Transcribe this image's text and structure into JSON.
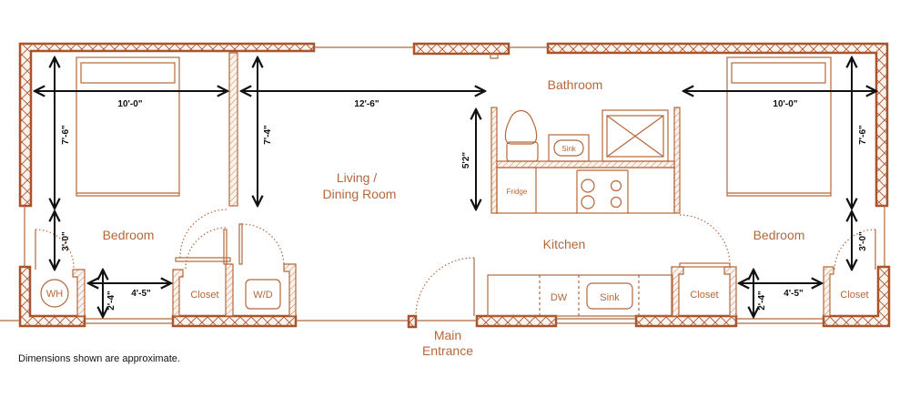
{
  "plan": {
    "colors": {
      "wall": "#a8532a",
      "fixture": "#b5673a",
      "dimension": "#111111",
      "background": "#ffffff"
    },
    "rooms": {
      "bedroom_left": "Bedroom",
      "living_line1": "Living /",
      "living_line2": "Dining Room",
      "bathroom": "Bathroom",
      "kitchen": "Kitchen",
      "bedroom_right": "Bedroom",
      "main_entrance_line1": "Main",
      "main_entrance_line2": "Entrance"
    },
    "fixtures": {
      "water_heater": "WH",
      "closet_left": "Closet",
      "washer_dryer": "W/D",
      "bath_sink": "Sink",
      "fridge": "Fridge",
      "dishwasher": "DW",
      "kitchen_sink": "Sink",
      "closet_mid": "Closet",
      "closet_right": "Closet"
    },
    "dimensions": {
      "left_bedroom_width": "10'-0\"",
      "left_bedroom_depth": "7'-6\"",
      "left_bedroom_lower": "3'-0\"",
      "left_hall_depth": "2'-4\"",
      "left_hall_width": "4'-5\"",
      "living_width": "12'-6\"",
      "living_depth": "7'-4\"",
      "bath_depth": "5'2\"",
      "right_bedroom_width": "10'-0\"",
      "right_bedroom_depth": "7'-6\"",
      "right_bedroom_lower": "3'-0\"",
      "right_hall_depth": "2'-4\"",
      "right_hall_width": "4'-5\""
    }
  },
  "footer": {
    "note": "Dimensions shown are approximate."
  }
}
